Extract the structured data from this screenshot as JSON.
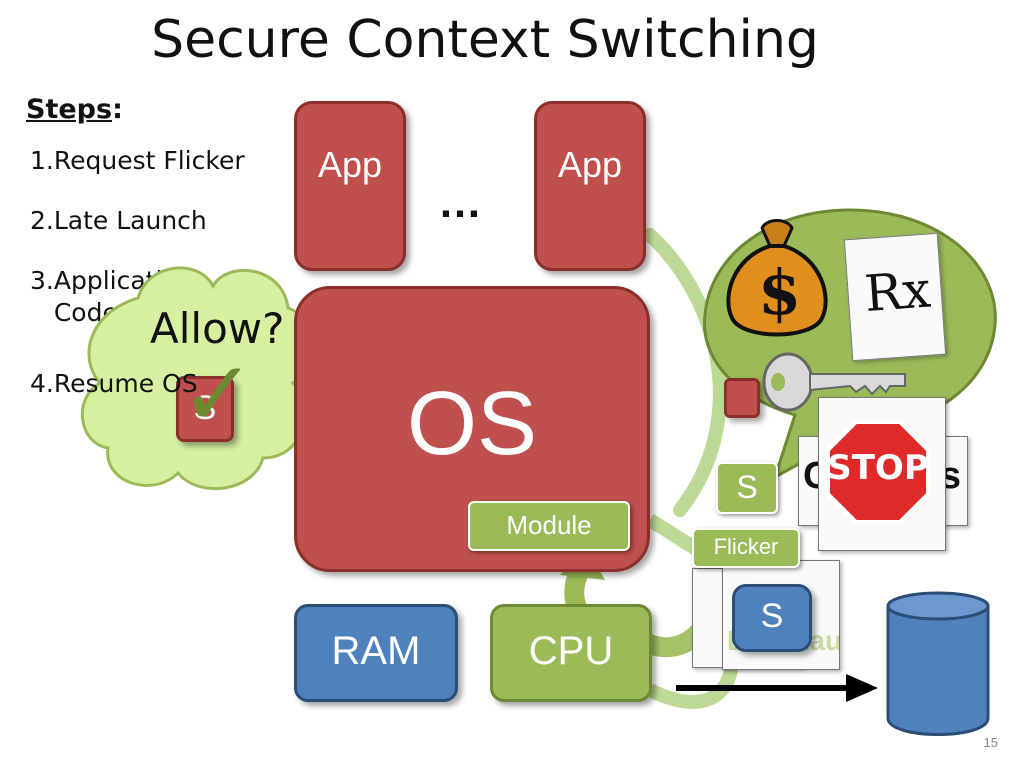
{
  "slide": {
    "title": "Secure Context Switching",
    "steps_heading": "Steps",
    "steps_colon": ":",
    "steps": [
      "1.Request Flicker",
      "2.Late Launch",
      "3.Application\n   Code Execution",
      "4.Resume OS"
    ],
    "page_number": "15"
  },
  "diagram": {
    "app_left": "App",
    "app_right": "App",
    "ellipsis": "…",
    "os": "OS",
    "module": "Module",
    "ram": "RAM",
    "cpu": "CPU",
    "s_red": "S",
    "s_green": "S",
    "s_blue": "S",
    "flicker": "Flicker",
    "allow": "Allow?",
    "checkmark": "✓",
    "stop": "STOP",
    "late_launch_partial": "Late Launch",
    "rx": "Rx",
    "dollar": "$",
    "stop_behind_left": "C",
    "stop_behind_right": "s"
  },
  "colors": {
    "red": "#c0504d",
    "blue": "#4f81bd",
    "green": "#9bbb59",
    "dark_green": "#6b8a31"
  }
}
